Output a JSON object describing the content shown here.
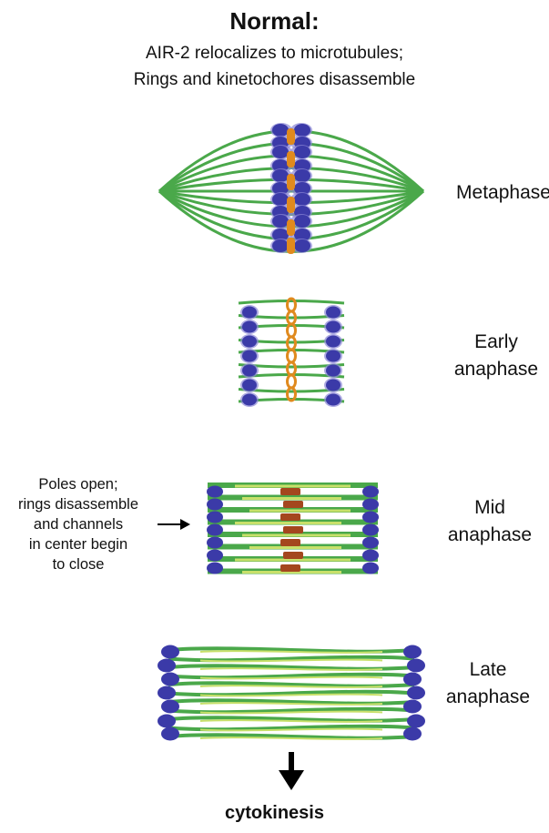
{
  "title": "Normal:",
  "subtitle_lines": [
    "AIR-2 relocalizes to microtubules;",
    "Rings and kinetochores disassemble"
  ],
  "stages": {
    "metaphase": [
      "Metaphase"
    ],
    "early_anaphase": [
      "Early",
      "anaphase"
    ],
    "mid_anaphase": [
      "Mid",
      "anaphase"
    ],
    "late_anaphase": [
      "Late",
      "anaphase"
    ]
  },
  "annotation_lines": [
    "Poles open;",
    "rings disassemble",
    "and channels",
    "in center begin",
    "to close"
  ],
  "final_label": "cytokinesis",
  "colors": {
    "microtubule": "#4aa84a",
    "microtubule_light": "#c8e06a",
    "chromosome": "#3b3aa8",
    "chromosome_halo": "#8a86d6",
    "ring": "#e08a1e",
    "ring_dark": "#a4471e",
    "arrow": "#000000"
  }
}
